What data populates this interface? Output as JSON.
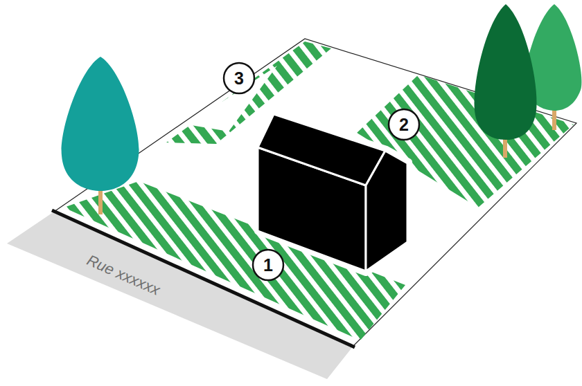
{
  "diagram": {
    "labels": [
      "3",
      "2",
      "1",
      "Rue xxxxxx"
    ]
  }
}
